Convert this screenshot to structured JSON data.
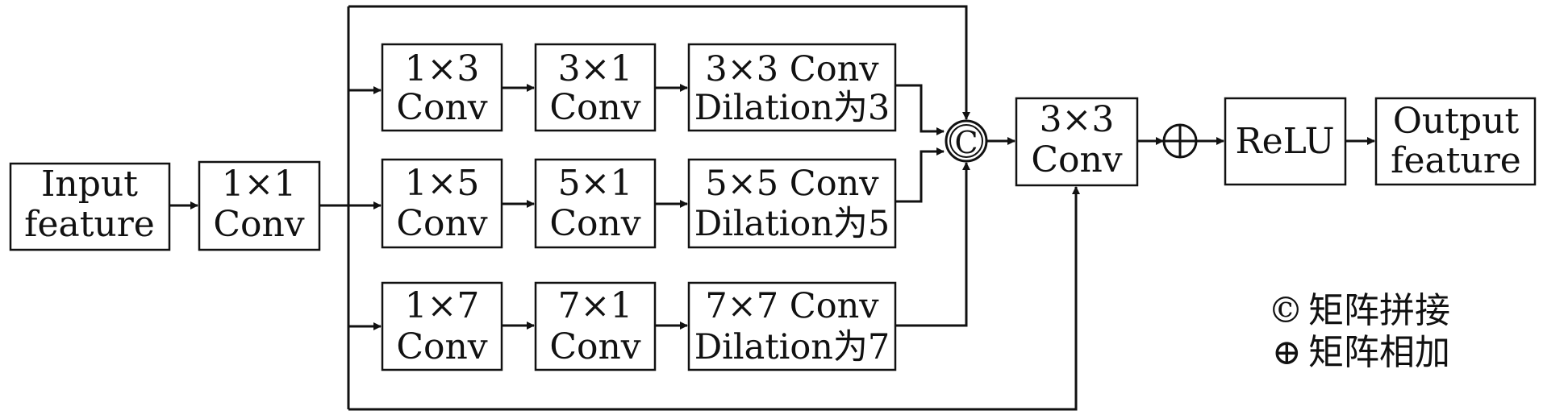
{
  "diagram": {
    "input": {
      "line1": "Input",
      "line2": "feature"
    },
    "conv1x1": {
      "line1": "1×1",
      "line2": "Conv"
    },
    "branches": [
      {
        "first": {
          "line1": "1×3",
          "line2": "Conv"
        },
        "second": {
          "line1": "3×1",
          "line2": "Conv"
        },
        "dilated": {
          "line1": "3×3 Conv",
          "line2": "Dilation为3"
        }
      },
      {
        "first": {
          "line1": "1×5",
          "line2": "Conv"
        },
        "second": {
          "line1": "5×1",
          "line2": "Conv"
        },
        "dilated": {
          "line1": "5×5 Conv",
          "line2": "Dilation为5"
        }
      },
      {
        "first": {
          "line1": "1×7",
          "line2": "Conv"
        },
        "second": {
          "line1": "7×1",
          "line2": "Conv"
        },
        "dilated": {
          "line1": "7×7 Conv",
          "line2": "Dilation为7"
        }
      }
    ],
    "concat_symbol": "C",
    "conv3x3": {
      "line1": "3×3",
      "line2": "Conv"
    },
    "add_symbol": "⊕",
    "relu": "ReLU",
    "output": {
      "line1": "Output",
      "line2": "feature"
    },
    "legend": [
      {
        "symbol": "©",
        "text": "矩阵拼接"
      },
      {
        "symbol": "⊕",
        "text": "矩阵相加"
      }
    ]
  }
}
